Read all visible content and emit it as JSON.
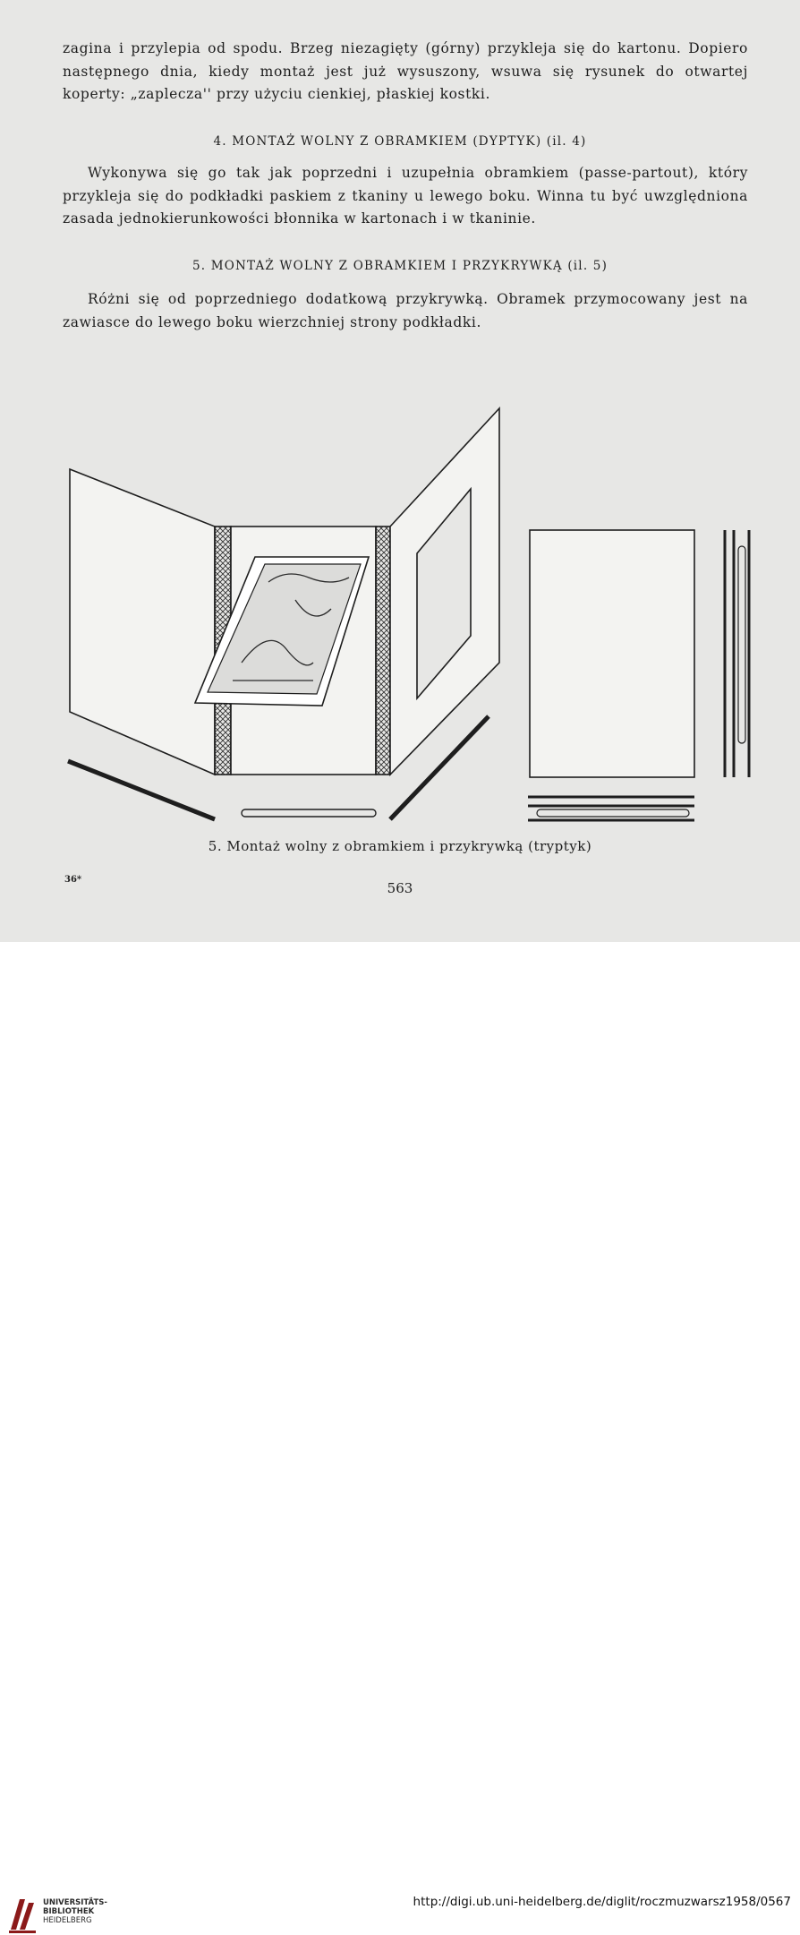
{
  "paragraphs": {
    "p1": "zagina i przylepia od spodu. Brzeg niezagięty (górny) przykleja się do kartonu. Dopiero następnego dnia, kiedy montaż jest już wysuszony, wsuwa się rysunek do otwartej koperty: „zaplecza'' przy użyciu cienkiej, płaskiej kostki.",
    "h4": "4. MONTAŻ WOLNY Z OBRAMKIEM (DYPTYK) (il. 4)",
    "p2": "Wykonywa się go tak jak poprzedni i uzupełnia obramkiem (passe-partout), który przykleja się do podkładki paskiem z tkaniny u lewego boku. Winna tu być uwzględniona zasada jednokierunkowości błonnika w kartonach i w tkaninie.",
    "h5": "5. MONTAŻ WOLNY Z OBRAMKIEM I PRZYKRYWKĄ (il. 5)",
    "p3": "Różni się od poprzedniego dodatkową przykrywką. Obramek przymocowany jest na zawiasce do lewego boku wierzchniej strony podkładki."
  },
  "caption": "5. Montaż wolny z obramkiem i przykrywką (tryptyk)",
  "signature": "36*",
  "page_number": "563",
  "footer": {
    "logo_line1": "UNIVERSITÄTS-",
    "logo_line2": "BIBLIOTHEK",
    "logo_line3": "HEIDELBERG",
    "url": "http://digi.ub.uni-heidelberg.de/diglit/roczmuzwarsz1958/0567"
  },
  "colors": {
    "page_background": "#e7e7e5",
    "ink": "#1e1e1e"
  }
}
